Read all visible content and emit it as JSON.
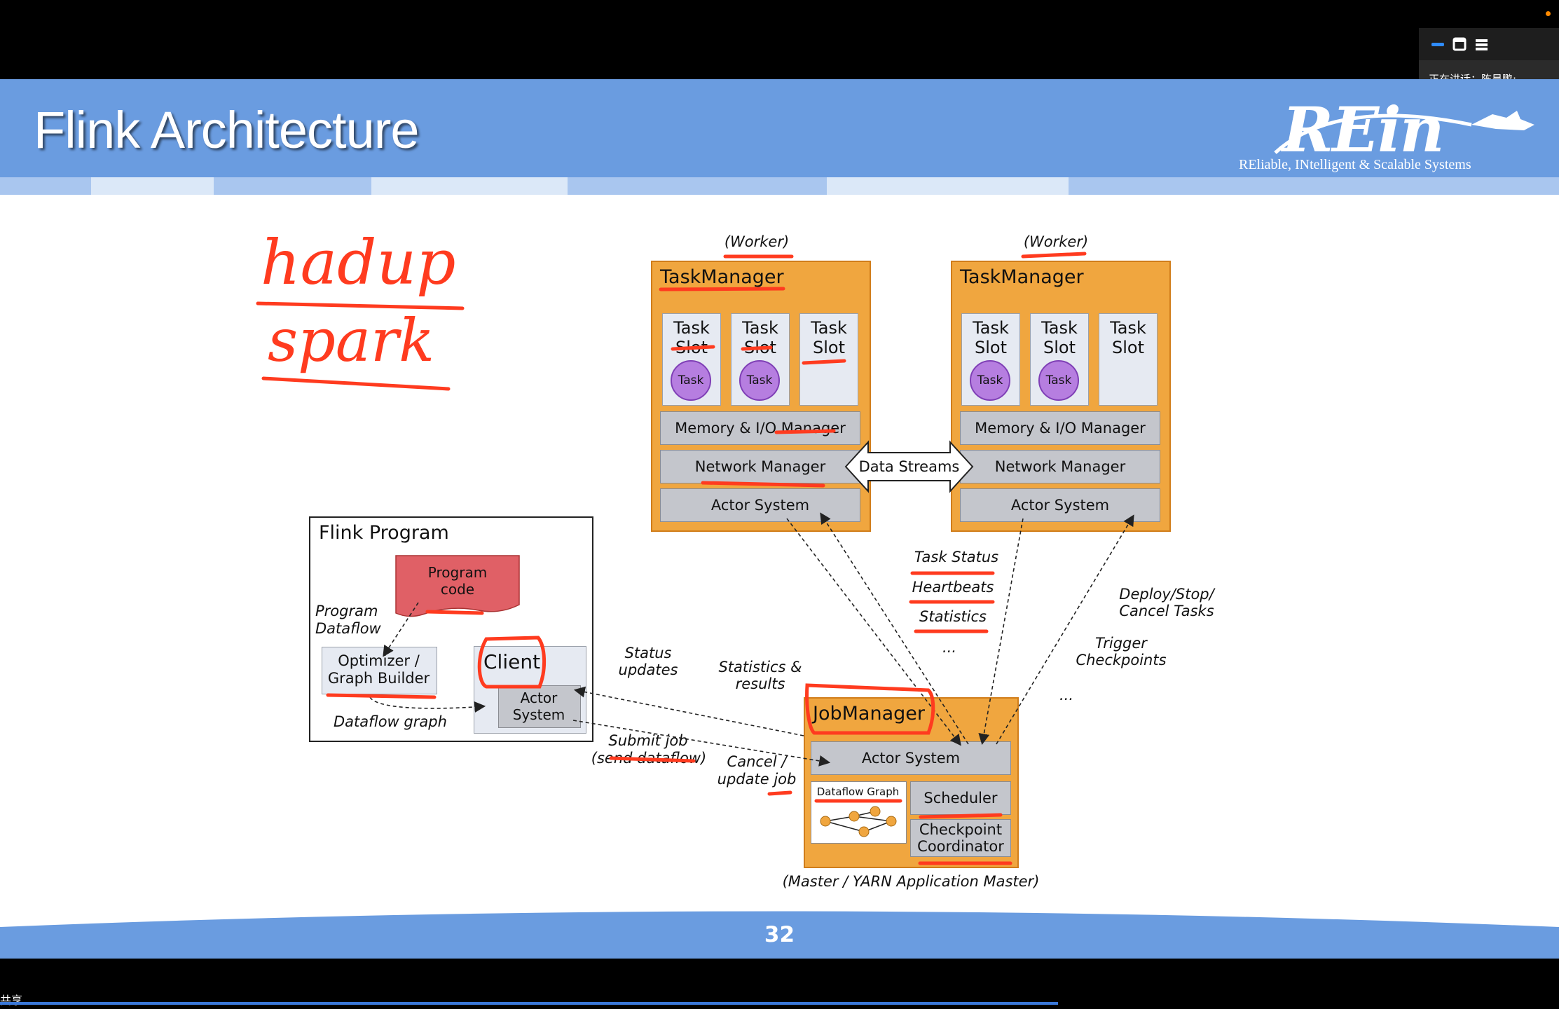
{
  "window": {
    "speaking_label": "正在讲话：陈昊鹏;",
    "bottom_label": "共享",
    "controls": [
      "minimize-icon",
      "restore-icon",
      "menu-icon"
    ]
  },
  "slide": {
    "title": "Flink Architecture",
    "logo_text": "REin",
    "logo_tagline": "REliable, INtelligent & Scalable Systems",
    "page_number": "32",
    "colors": {
      "header": "#6a9ce0",
      "orange": "#f0a63f",
      "annotation": "#ff3b1f",
      "footer": "#6a9ce0"
    }
  },
  "handwriting": [
    "hadup",
    "spark"
  ],
  "diagram": {
    "task_manager_1": {
      "role": "(Worker)",
      "title": "TaskManager",
      "slots": [
        {
          "label_1": "Task",
          "label_2": "Slot",
          "task": "Task"
        },
        {
          "label_1": "Task",
          "label_2": "Slot",
          "task": "Task"
        },
        {
          "label_1": "Task",
          "label_2": "Slot"
        }
      ],
      "memory": "Memory & I/O Manager",
      "network": "Network Manager",
      "actor": "Actor System"
    },
    "task_manager_2": {
      "role": "(Worker)",
      "title": "TaskManager",
      "slots": [
        {
          "label_1": "Task",
          "label_2": "Slot",
          "task": "Task"
        },
        {
          "label_1": "Task",
          "label_2": "Slot",
          "task": "Task"
        },
        {
          "label_1": "Task",
          "label_2": "Slot"
        }
      ],
      "memory": "Memory & I/O Manager",
      "network": "Network Manager",
      "actor": "Actor System"
    },
    "data_streams": "Data Streams",
    "flink_program": {
      "title": "Flink Program",
      "program_code_1": "Program",
      "program_code_2": "code",
      "program_dataflow_1": "Program",
      "program_dataflow_2": "Dataflow",
      "optimizer_1": "Optimizer /",
      "optimizer_2": "Graph Builder",
      "client": "Client",
      "actor_1": "Actor",
      "actor_2": "System",
      "dataflow_graph": "Dataflow graph"
    },
    "edges": {
      "status_updates_1": "Status",
      "status_updates_2": "updates",
      "statistics_results_1": "Statistics &",
      "statistics_results_2": "results",
      "submit_job_1": "Submit job",
      "submit_job_2": "(send dataflow)",
      "cancel_update_1": "Cancel /",
      "cancel_update_2": "update job",
      "task_status": "Task Status",
      "heartbeats": "Heartbeats",
      "statistics": "Statistics",
      "ellipsis_1": "...",
      "deploy_1": "Deploy/Stop/",
      "deploy_2": "Cancel Tasks",
      "trigger_1": "Trigger",
      "trigger_2": "Checkpoints",
      "ellipsis_2": "..."
    },
    "job_manager": {
      "title": "JobManager",
      "actor": "Actor System",
      "dataflow_graph": "Dataflow Graph",
      "scheduler": "Scheduler",
      "checkpoint_1": "Checkpoint",
      "checkpoint_2": "Coordinator",
      "role": "(Master / YARN Application Master)"
    }
  }
}
